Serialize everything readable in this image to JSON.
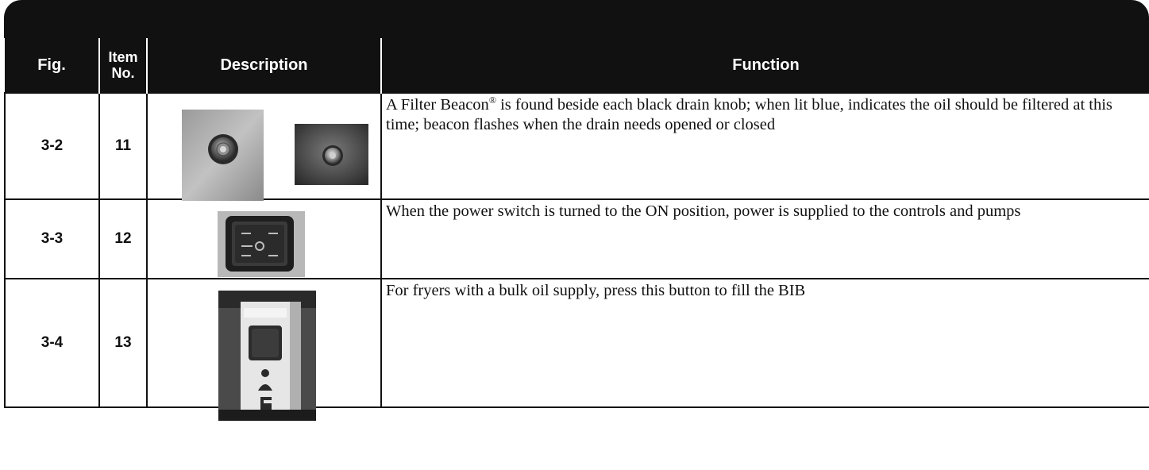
{
  "table": {
    "headers": {
      "fig": "Fig.",
      "item_no_line1": "Item",
      "item_no_line2": "No.",
      "description": "Description",
      "function": "Function"
    },
    "rows": [
      {
        "fig": "3-2",
        "item_no": "11",
        "description_images": [
          "filter-beacon-photo",
          "filter-beacon-lit-photo"
        ],
        "function_pre": "A Filter Beacon",
        "function_mark": "®",
        "function_post": " is found beside each black drain knob; when lit blue, indicates the oil should be filtered at this time; beacon flashes when the drain needs opened or closed"
      },
      {
        "fig": "3-3",
        "item_no": "12",
        "description_images": [
          "power-switch-photo"
        ],
        "function": "When the power switch is turned to the ON position, power is supplied to the controls and pumps"
      },
      {
        "fig": "3-4",
        "item_no": "13",
        "description_images": [
          "bib-fill-button-photo"
        ],
        "function": "For fryers with a bulk oil supply, press this button to fill the BIB"
      }
    ]
  }
}
